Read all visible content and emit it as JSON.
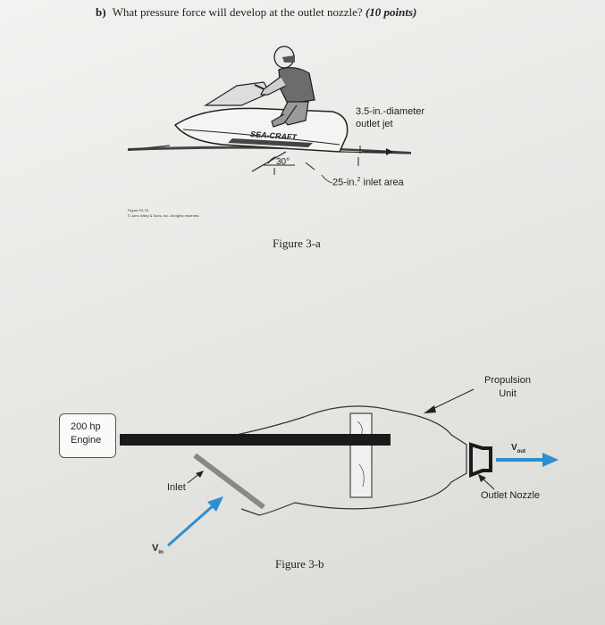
{
  "question": {
    "letter": "b)",
    "text": "What pressure force will develop at the outlet nozzle?",
    "points": "(10 points)"
  },
  "figure_a": {
    "caption": "Figure 3-a",
    "outlet_label_line1": "3.5-in.-diameter",
    "outlet_label_line2": "outlet jet",
    "inlet_label": "25-in.",
    "inlet_label_sup": "2",
    "inlet_label_tail": " inlet area",
    "angle_label": "30°",
    "hull_text": "SEA-CRAFT",
    "credit_line1": "Figure P3.75",
    "credit_line2": "© John Wiley & Sons, Inc. All rights reserved."
  },
  "figure_b": {
    "caption": "Figure 3-b",
    "engine_line1": "200 hp",
    "engine_line2": "Engine",
    "propulsion_line1": "Propulsion",
    "propulsion_line2": "Unit",
    "vout": "V",
    "vout_sub": "out",
    "vin": "V",
    "vin_sub": "in",
    "inlet": "Inlet",
    "outlet_nozzle": "Outlet Nozzle"
  },
  "colors": {
    "arrow_blue": "#2e8fd0",
    "shaft": "#1a1a1a",
    "inlet_plate": "#888888"
  }
}
